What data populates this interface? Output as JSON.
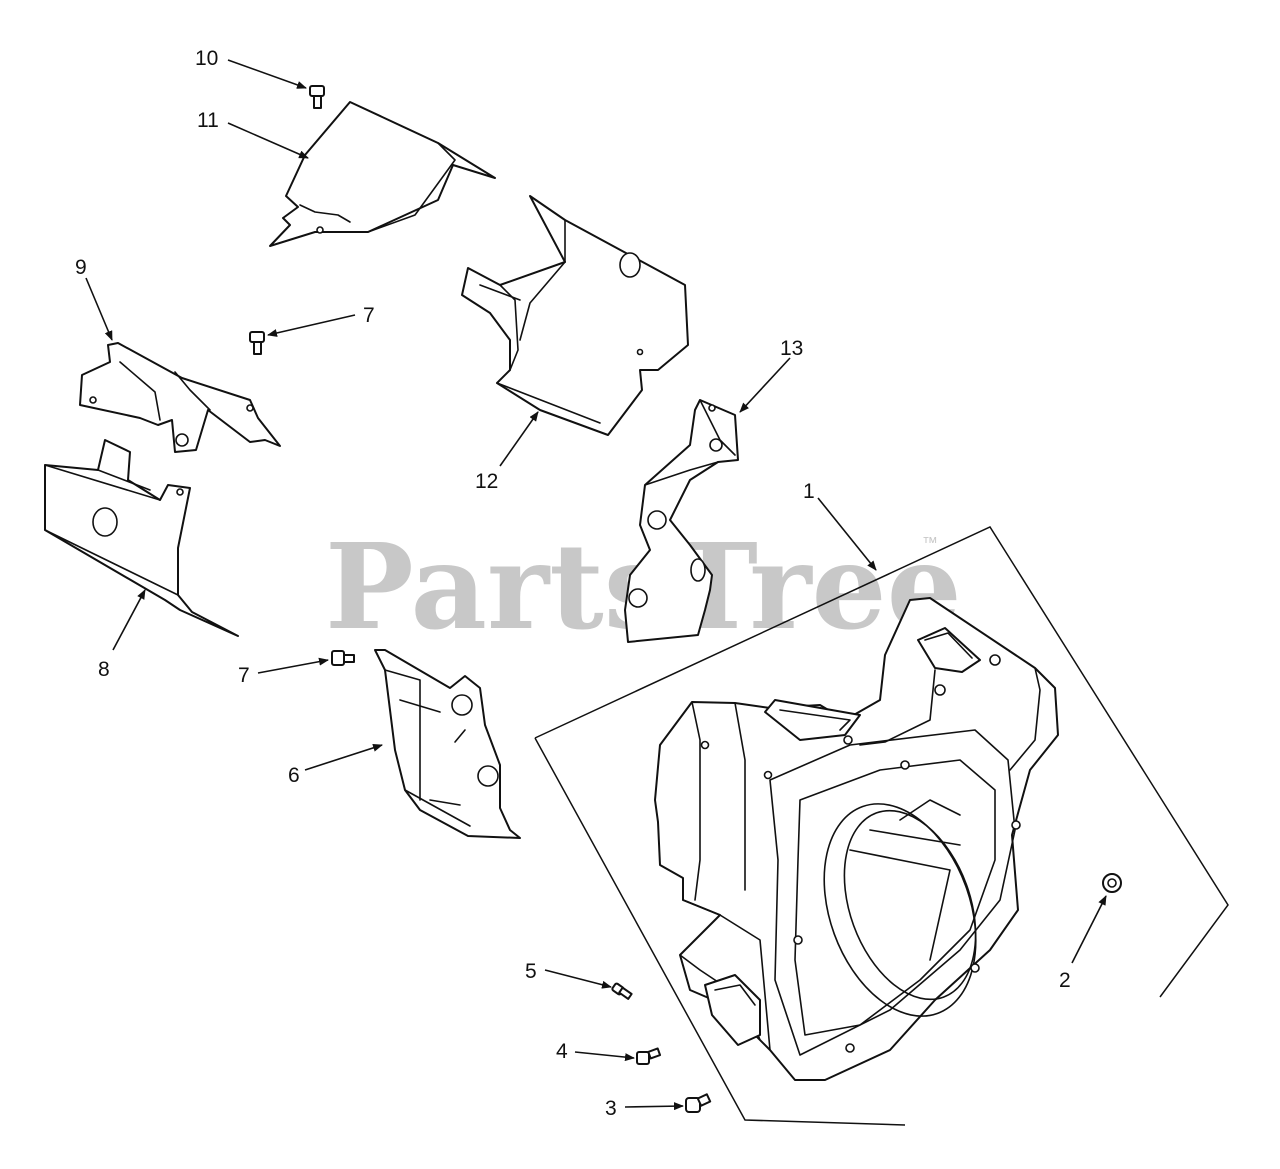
{
  "watermark": {
    "text": "PartsTree",
    "trademark": "™",
    "color": "#c8c8c8"
  },
  "callouts": {
    "c1": "1",
    "c2": "2",
    "c3": "3",
    "c4": "4",
    "c5": "5",
    "c6": "6",
    "c7a": "7",
    "c7b": "7",
    "c8": "8",
    "c9": "9",
    "c10": "10",
    "c11": "11",
    "c12": "12",
    "c13": "13"
  }
}
